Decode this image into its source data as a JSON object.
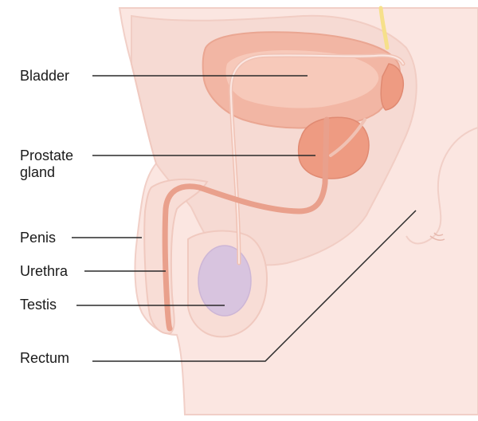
{
  "labels": {
    "bladder": "Bladder",
    "prostate_line1": "Prostate",
    "prostate_line2": "gland",
    "penis": "Penis",
    "urethra": "Urethra",
    "testis": "Testis",
    "rectum": "Rectum"
  },
  "colors": {
    "skin": "#fbe6e1",
    "skin_outline": "#f1cfc7",
    "inner_tissue": "#f6d9d1",
    "bladder": "#f2b6a4",
    "bladder_inner": "#f7c9ba",
    "prostate": "#ee9b82",
    "urethra": "#e9a08c",
    "testis": "#d8c4df",
    "nerve": "#f6e08a",
    "leader_line": "#2a2a2a"
  }
}
